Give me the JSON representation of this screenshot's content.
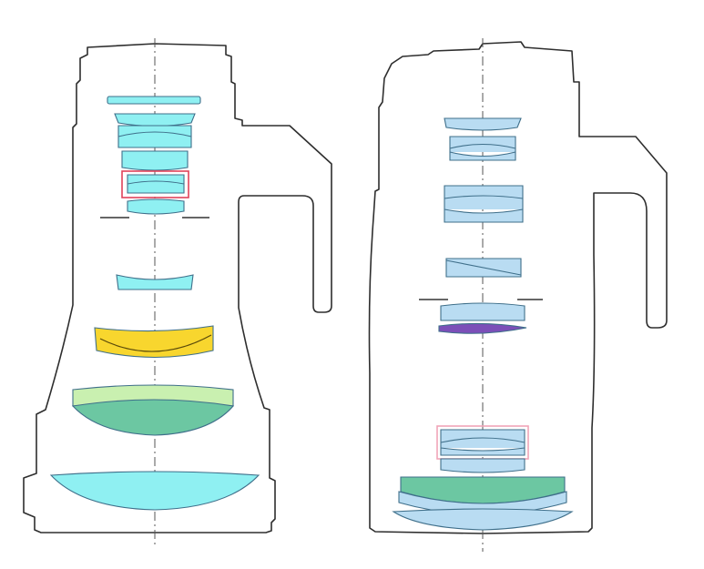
{
  "diagram": {
    "type": "lens-cross-section-comparison",
    "colors": {
      "background": "#ffffff",
      "outline": "#2e2e2e",
      "element_cyan": "#8ff0f2",
      "element_blue": "#b9dcf2",
      "element_yellow": "#f8d62e",
      "element_light_green": "#c9f0b0",
      "element_teal_green": "#6cc7a2",
      "element_purple": "#7c4fb8",
      "highlight_red": "#e0435a",
      "highlight_pink": "#f0a5b8"
    },
    "left_lens": {
      "name": "left-lens",
      "element_colors": [
        "cyan",
        "cyan",
        "cyan",
        "cyan",
        "cyan",
        "cyan",
        "yellow",
        "light-green",
        "teal-green",
        "cyan"
      ],
      "highlighted_group": "red-frame"
    },
    "right_lens": {
      "name": "right-lens",
      "element_colors": [
        "blue",
        "blue",
        "blue",
        "blue",
        "blue",
        "purple",
        "blue",
        "teal-green",
        "blue"
      ],
      "highlighted_group": "pink-frame"
    }
  }
}
